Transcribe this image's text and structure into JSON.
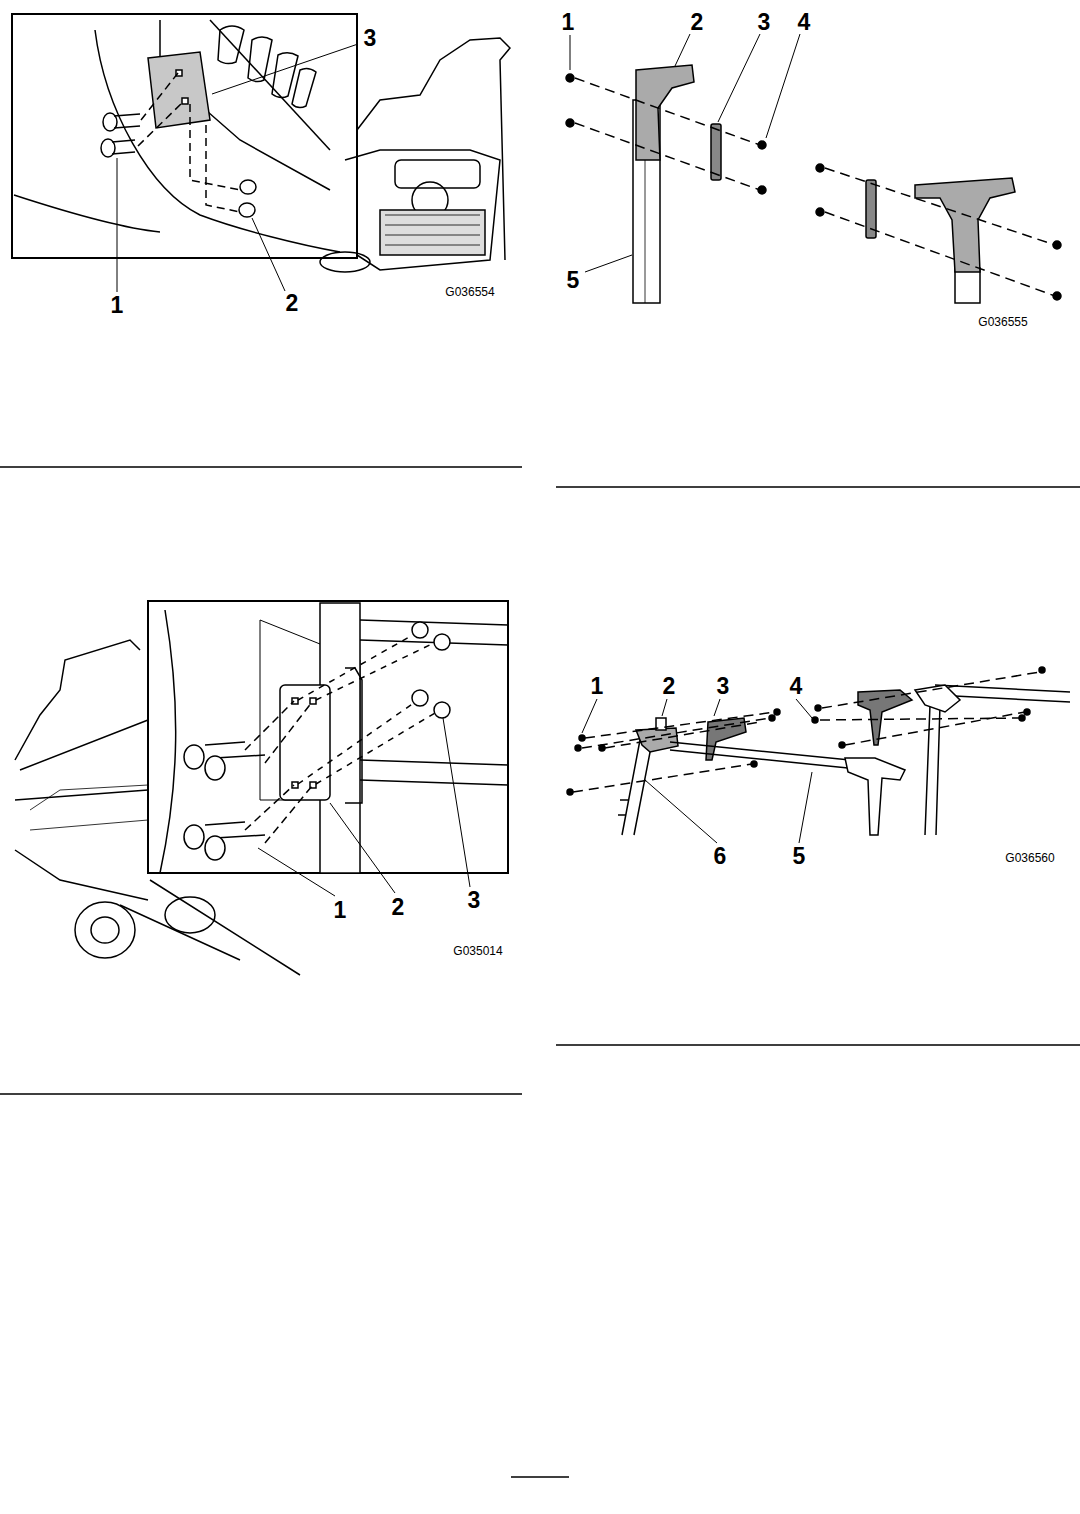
{
  "diagram": {
    "labels": [
      "3",
      "1",
      "2",
      "G036554",
      "1",
      "2",
      "3",
      "4",
      "5",
      "G036555",
      "1",
      "2",
      "3",
      "G035014",
      "1",
      "2",
      "3",
      "4",
      "6",
      "5",
      "G036560"
    ]
  }
}
